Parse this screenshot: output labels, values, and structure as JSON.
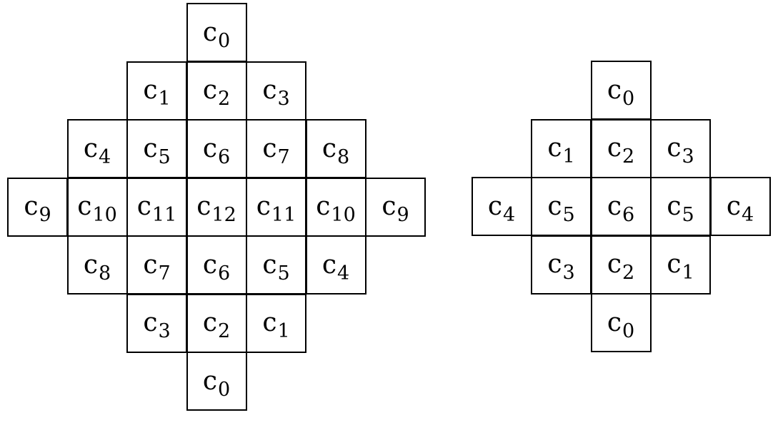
{
  "diagrams": [
    {
      "rows": [
        [
          "c0"
        ],
        [
          "c1",
          "c2",
          "c3"
        ],
        [
          "c4",
          "c5",
          "c6",
          "c7",
          "c8"
        ],
        [
          "c9",
          "c10",
          "c11",
          "c12",
          "c11",
          "c10",
          "c9"
        ],
        [
          "c8",
          "c7",
          "c6",
          "c5",
          "c4"
        ],
        [
          "c3",
          "c2",
          "c1"
        ],
        [
          "c0"
        ]
      ]
    },
    {
      "rows": [
        [
          "c0"
        ],
        [
          "c1",
          "c2",
          "c3"
        ],
        [
          "c4",
          "c5",
          "c6",
          "c5",
          "c4"
        ],
        [
          "c3",
          "c2",
          "c1"
        ],
        [
          "c0"
        ]
      ]
    }
  ]
}
